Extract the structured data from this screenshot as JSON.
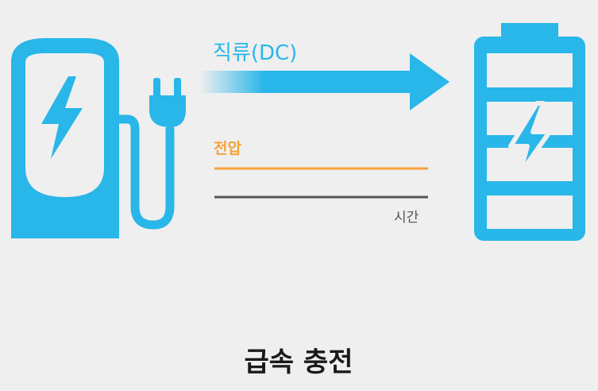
{
  "labels": {
    "current_type": "직류(DC)",
    "voltage": "전압",
    "time": "시간",
    "title": "급속 충전"
  },
  "icons": {
    "charger": "ev-charging-station-icon",
    "plug": "power-plug-icon",
    "battery": "battery-charging-icon",
    "bolt": "lightning-bolt-icon"
  },
  "colors": {
    "background": "#efefef",
    "blue": "#29b6e9",
    "voltage_line": "#f5a23a",
    "time_line": "#555555",
    "title_text": "#1a1a1a",
    "time_text": "#555555"
  }
}
